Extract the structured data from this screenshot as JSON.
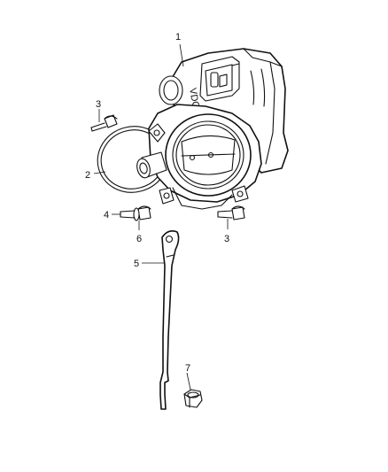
{
  "diagram": {
    "callouts": [
      "1",
      "2",
      "3",
      "3",
      "4",
      "5",
      "6",
      "7"
    ],
    "body_marking": "VDO"
  }
}
